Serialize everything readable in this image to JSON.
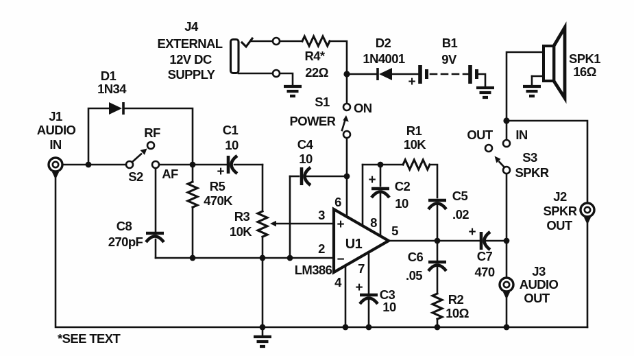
{
  "figure": {
    "note": "*SEE TEXT"
  },
  "symbols": {
    "plus": "+",
    "minus": "−"
  },
  "components": {
    "j4": {
      "ref": "J4",
      "line1": "EXTERNAL",
      "line2": "12V DC",
      "line3": "SUPPLY"
    },
    "r4": {
      "ref": "R4*",
      "value": "22Ω"
    },
    "d2": {
      "ref": "D2",
      "value": "1N4001"
    },
    "b1": {
      "ref": "B1",
      "value": "9V"
    },
    "s1": {
      "ref": "S1",
      "label": "POWER",
      "pos_on": "ON"
    },
    "d1": {
      "ref": "D1",
      "value": "1N34"
    },
    "j1": {
      "ref": "J1",
      "line1": "AUDIO",
      "line2": "IN"
    },
    "s2": {
      "ref": "S2",
      "pos_rf": "RF",
      "pos_af": "AF"
    },
    "c1": {
      "ref": "C1",
      "value": "10"
    },
    "r5": {
      "ref": "R5",
      "value": "470K"
    },
    "c8": {
      "ref": "C8",
      "value": "270pF"
    },
    "r3": {
      "ref": "R3",
      "value": "10K"
    },
    "c4": {
      "ref": "C4",
      "value": "10"
    },
    "u1": {
      "ref": "U1",
      "part": "LM386",
      "pins": {
        "p2": "2",
        "p3": "3",
        "p4": "4",
        "p5": "5",
        "p6": "6",
        "p7": "7",
        "p8": "8"
      }
    },
    "c2": {
      "ref": "C2",
      "value": "10"
    },
    "r1": {
      "ref": "R1",
      "value": "10K"
    },
    "c5": {
      "ref": "C5",
      "value": ".02"
    },
    "c6": {
      "ref": "C6",
      "value": ".05"
    },
    "c3": {
      "ref": "C3",
      "value": "10"
    },
    "r2": {
      "ref": "R2",
      "value": "10Ω"
    },
    "c7": {
      "ref": "C7",
      "value": "470"
    },
    "s3": {
      "ref": "S3",
      "label": "SPKR",
      "pos_out": "OUT",
      "pos_in": "IN"
    },
    "spk1": {
      "ref": "SPK1",
      "value": "16Ω"
    },
    "j2": {
      "ref": "J2",
      "line1": "SPKR",
      "line2": "OUT"
    },
    "j3": {
      "ref": "J3",
      "line1": "AUDIO",
      "line2": "OUT"
    }
  }
}
